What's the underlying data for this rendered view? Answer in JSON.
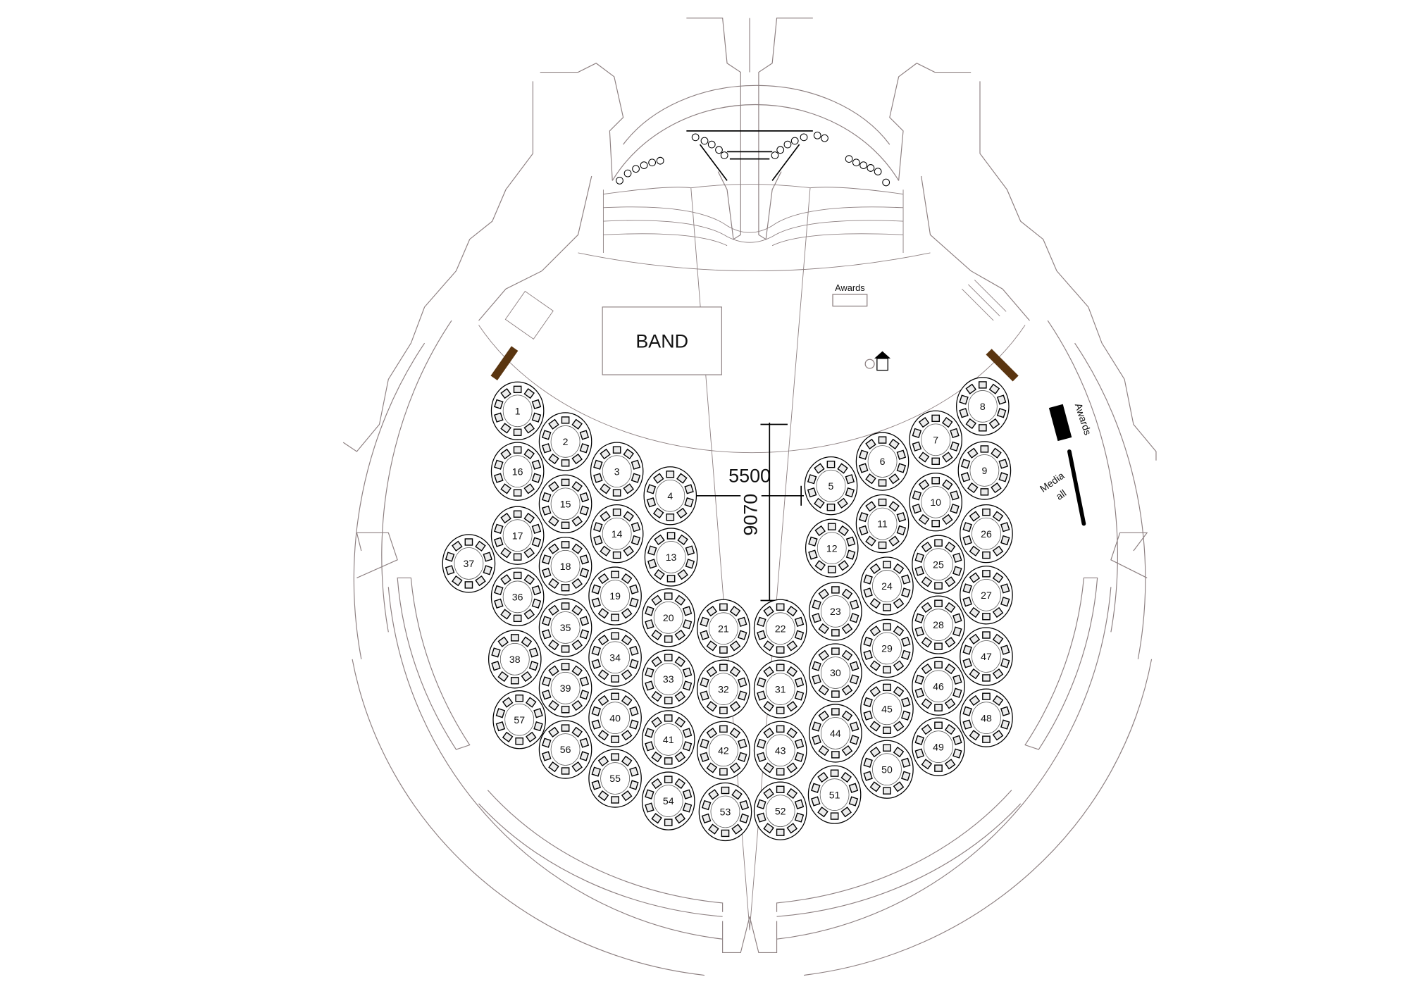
{
  "plan": {
    "band_label": "BAND",
    "awards_stage_label": "Awards",
    "awards_side_label": "Awards",
    "media_label_line1": "Media",
    "media_label_line2": "all",
    "dimension_horizontal": "5500",
    "dimension_vertical": "9070"
  },
  "colors": {
    "wall": "#8c7f80",
    "screen": "#5a3510",
    "table_fill": "#ffffff",
    "chair_fill": "#ececec",
    "awards_block": "#000000"
  },
  "tables": [
    "1",
    "2",
    "3",
    "4",
    "5",
    "6",
    "7",
    "8",
    "9",
    "10",
    "11",
    "12",
    "13",
    "14",
    "15",
    "16",
    "17",
    "18",
    "19",
    "20",
    "21",
    "22",
    "23",
    "24",
    "25",
    "26",
    "27",
    "28",
    "29",
    "30",
    "31",
    "32",
    "33",
    "34",
    "35",
    "36",
    "37",
    "38",
    "39",
    "40",
    "41",
    "42",
    "43",
    "44",
    "45",
    "46",
    "47",
    "48",
    "49",
    "50",
    "51",
    "52",
    "53",
    "54",
    "55",
    "56",
    "57"
  ]
}
